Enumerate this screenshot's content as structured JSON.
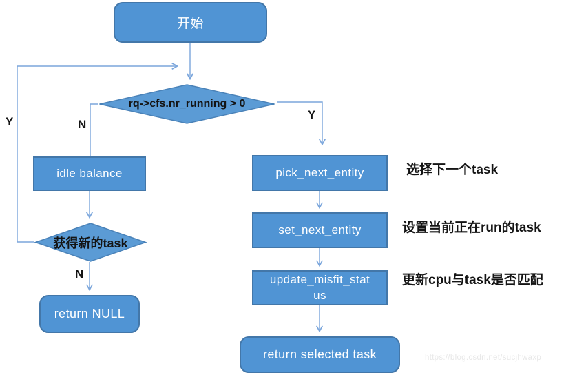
{
  "flowchart": {
    "nodes": {
      "start": {
        "label": "开始"
      },
      "decision_nr_running": {
        "label": "rq->cfs.nr_running > 0"
      },
      "idle_balance": {
        "label": "idle balance"
      },
      "decision_got_new_task": {
        "label": "获得新的task"
      },
      "return_null": {
        "label": "return NULL"
      },
      "pick_next_entity": {
        "label": "pick_next_entity"
      },
      "set_next_entity": {
        "label": "set_next_entity"
      },
      "update_misfit_status": {
        "label": "update_misfit_status"
      },
      "return_selected_task": {
        "label": "return selected task"
      }
    },
    "branch_labels": {
      "loop_yes": "Y",
      "main_no": "N",
      "main_yes": "Y",
      "got_task_no": "N"
    },
    "annotations": [
      "选择下一个task",
      "设置当前正在run的task",
      "更新cpu与task是否匹配"
    ],
    "colors": {
      "node_fill": "#5094d4",
      "node_border": "#4377a9",
      "connector": "#7ba6dc",
      "node_text": "#ffffff",
      "label_text": "#141414"
    }
  },
  "watermark": "https://blog.csdn.net/sucjhwaxp"
}
